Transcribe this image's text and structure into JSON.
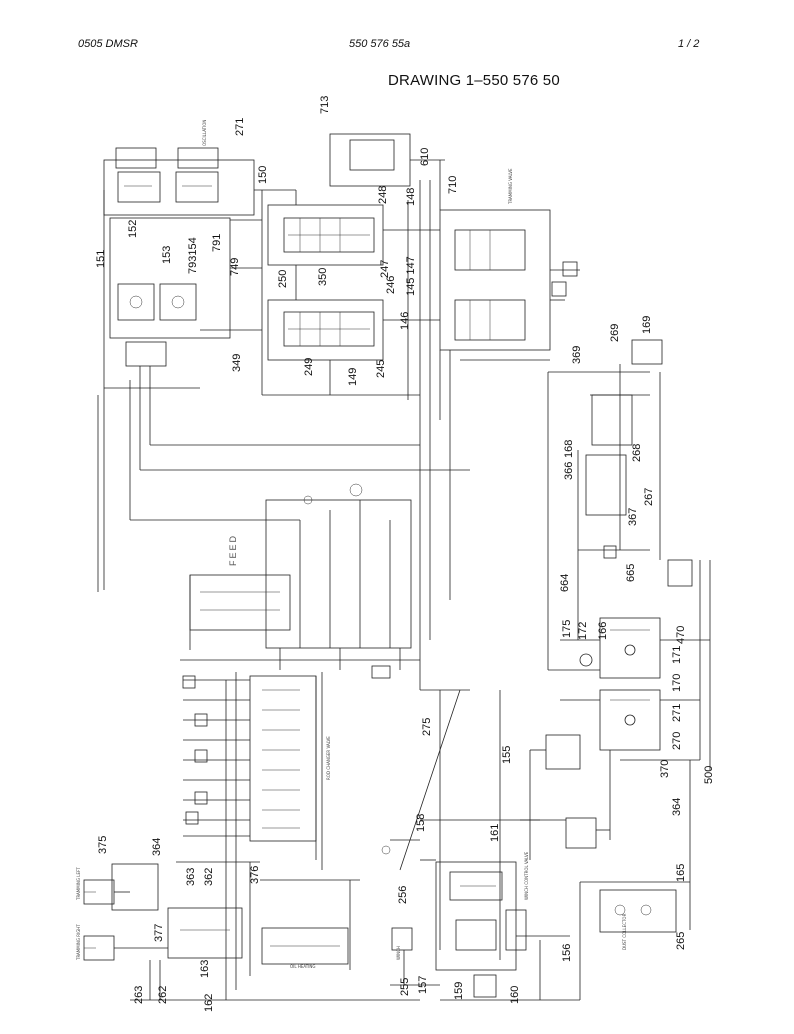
{
  "header": {
    "left": "0505 DMSR",
    "center": "550 576 55a",
    "right": "1 /  2"
  },
  "title": "DRAWING 1–550 576 50",
  "callouts": [
    {
      "id": "c713",
      "text": "713"
    },
    {
      "id": "c271a",
      "text": "271"
    },
    {
      "id": "c150",
      "text": "150"
    },
    {
      "id": "c610",
      "text": "610"
    },
    {
      "id": "c710",
      "text": "710"
    },
    {
      "id": "c248",
      "text": "248"
    },
    {
      "id": "c148",
      "text": "148"
    },
    {
      "id": "c152",
      "text": "152"
    },
    {
      "id": "c151",
      "text": "151"
    },
    {
      "id": "c153",
      "text": "153"
    },
    {
      "id": "c793154",
      "text": "793154"
    },
    {
      "id": "c791",
      "text": "791"
    },
    {
      "id": "c749",
      "text": "749"
    },
    {
      "id": "c250",
      "text": "250"
    },
    {
      "id": "c350",
      "text": "350"
    },
    {
      "id": "c247",
      "text": "247"
    },
    {
      "id": "c246",
      "text": "246"
    },
    {
      "id": "c145147",
      "text": "145 147"
    },
    {
      "id": "c146",
      "text": "146"
    },
    {
      "id": "c349",
      "text": "349"
    },
    {
      "id": "c249",
      "text": "249"
    },
    {
      "id": "c149",
      "text": "149"
    },
    {
      "id": "c245",
      "text": "245"
    },
    {
      "id": "c269",
      "text": "269"
    },
    {
      "id": "c169",
      "text": "169"
    },
    {
      "id": "c369",
      "text": "369"
    },
    {
      "id": "c168",
      "text": "168"
    },
    {
      "id": "c268",
      "text": "268"
    },
    {
      "id": "c366",
      "text": "366"
    },
    {
      "id": "c267",
      "text": "267"
    },
    {
      "id": "c367",
      "text": "367"
    },
    {
      "id": "c664",
      "text": "664"
    },
    {
      "id": "c665",
      "text": "665"
    },
    {
      "id": "c175",
      "text": "175"
    },
    {
      "id": "c172",
      "text": "172"
    },
    {
      "id": "c166",
      "text": "166"
    },
    {
      "id": "c470",
      "text": "470"
    },
    {
      "id": "c171",
      "text": "171"
    },
    {
      "id": "c170",
      "text": "170"
    },
    {
      "id": "c271b",
      "text": "271"
    },
    {
      "id": "c270",
      "text": "270"
    },
    {
      "id": "c370",
      "text": "370"
    },
    {
      "id": "c500",
      "text": "500"
    },
    {
      "id": "c275",
      "text": "275"
    },
    {
      "id": "c155",
      "text": "155"
    },
    {
      "id": "c364a",
      "text": "364"
    },
    {
      "id": "c158",
      "text": "158"
    },
    {
      "id": "c161",
      "text": "161"
    },
    {
      "id": "c375",
      "text": "375"
    },
    {
      "id": "c364b",
      "text": "364"
    },
    {
      "id": "c363",
      "text": "363"
    },
    {
      "id": "c362",
      "text": "362"
    },
    {
      "id": "c376",
      "text": "376"
    },
    {
      "id": "c165",
      "text": "165"
    },
    {
      "id": "c256",
      "text": "256"
    },
    {
      "id": "c377",
      "text": "377"
    },
    {
      "id": "c265",
      "text": "265"
    },
    {
      "id": "c156",
      "text": "156"
    },
    {
      "id": "c263",
      "text": "263"
    },
    {
      "id": "c262",
      "text": "262"
    },
    {
      "id": "c163",
      "text": "163"
    },
    {
      "id": "c162",
      "text": "162"
    },
    {
      "id": "c255",
      "text": "255"
    },
    {
      "id": "c157",
      "text": "157"
    },
    {
      "id": "c159",
      "text": "159"
    },
    {
      "id": "c160",
      "text": "160"
    }
  ],
  "labels": {
    "feed": "FEED",
    "tramming_valve": "TRAMMING VALVE",
    "rod_changer_valve": "ROD CHANGER VALVE",
    "dust_collector": "DUST COLLECTOR",
    "oil_heating": "OIL HEATING",
    "winch": "WINCH",
    "winch_control_valve": "WINCH CONTROL VALVE",
    "oscillation": "OSCILLATION",
    "tram_left_label": "TRAMMING LEFT",
    "tram_right_label": "TRAMMING RIGHT"
  }
}
